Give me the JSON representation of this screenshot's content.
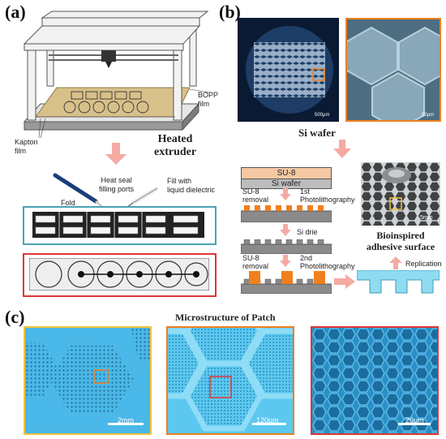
{
  "panels": {
    "a": {
      "label": "(a)"
    },
    "b": {
      "label": "(b)"
    },
    "c": {
      "label": "(c)"
    }
  },
  "a": {
    "bopp_label": "BOPP\nfilm",
    "kapton_label": "Kapton\nfilm",
    "extruder_label": "Heated\nextruder",
    "heat_seal_label": "Heat seal\nfilling ports",
    "fill_label": "Fill with\nliquid dielectric",
    "fold_label": "Fold"
  },
  "b": {
    "scale_left": "500μm",
    "scale_right": "50μm",
    "si_wafer_caption": "Si wafer",
    "su8_layer": "SU-8",
    "si_layer": "Si wafer",
    "su8_removal_1": "SU-8\nremoval",
    "photo_1": "1st\nPhotolithography",
    "si_drie": "Si drie",
    "su8_removal_2": "SU-8\nremoval",
    "photo_2": "2nd\nPhotolithography",
    "photo_scale": "5mm",
    "bioinspired": "Bioinspired\nadhesive surface",
    "replication": "Replication"
  },
  "c": {
    "title": "Microstructure of Patch",
    "scale_1": "2mm",
    "scale_2": "120μm",
    "scale_3": "20μm"
  },
  "colors": {
    "arrow": "#f4aaa3",
    "cyan_panel": "#4ab8e8",
    "orange": "#f07f1e",
    "red_frame": "#e03535",
    "teal_frame": "#4aa3b5",
    "yellow_frame": "#f2c43a"
  }
}
